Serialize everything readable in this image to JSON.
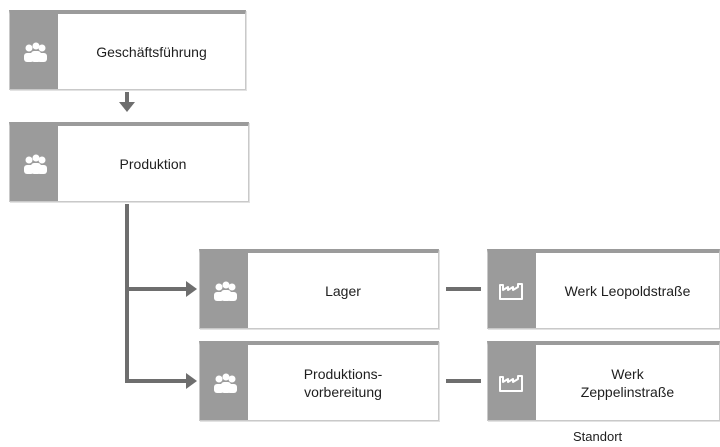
{
  "colors": {
    "header_gray": "#9b9b9b",
    "connector": "#6e6e6e",
    "border": "#c9c9c9",
    "icon_fill": "#ffffff"
  },
  "nodes": {
    "geschaeftsfuehrung": {
      "label": "Geschäftsführung",
      "icon": "org-unit-icon"
    },
    "produktion": {
      "label": "Produktion",
      "icon": "org-unit-icon"
    },
    "lager": {
      "label": "Lager",
      "icon": "org-unit-icon"
    },
    "produktionsvorbereitung": {
      "label": "Produktions-\nvorbereitung",
      "icon": "org-unit-icon"
    },
    "werk_leopoldstrasse": {
      "label": "Werk  Leopoldstraße",
      "icon": "factory-icon"
    },
    "werk_zeppelinstrasse": {
      "label": "Werk\nZeppelinstraße",
      "icon": "factory-icon"
    }
  },
  "captions": {
    "standort": "Standort"
  }
}
